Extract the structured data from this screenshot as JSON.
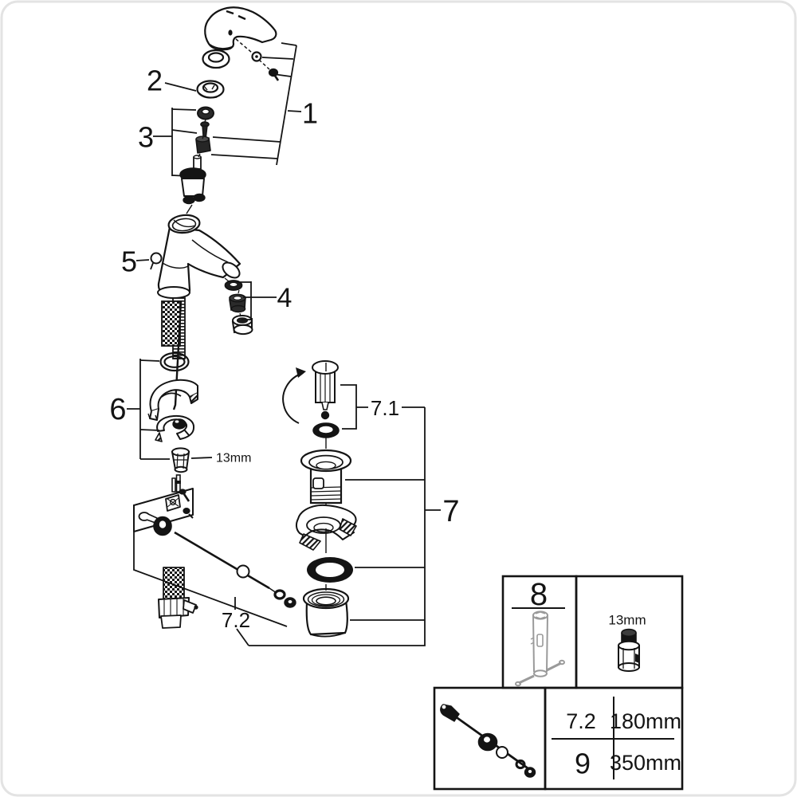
{
  "diagram": {
    "callouts": {
      "part1": "1",
      "part2": "2",
      "part3": "3",
      "part4": "4",
      "part5": "5",
      "part6": "6",
      "part7": "7",
      "part7_1": "7.1",
      "part7_2": "7.2",
      "nut_size": "13mm"
    },
    "inset": {
      "tool_number": "8",
      "socket_size": "13mm",
      "table": {
        "rows": [
          {
            "part": "7.2",
            "length": "180mm"
          },
          {
            "part": "9",
            "length": "350mm"
          }
        ]
      }
    },
    "colors": {
      "ink": "#141414",
      "tool_gray": "#9a9a9a",
      "frame": "#e3e3e3",
      "background": "#ffffff"
    }
  }
}
